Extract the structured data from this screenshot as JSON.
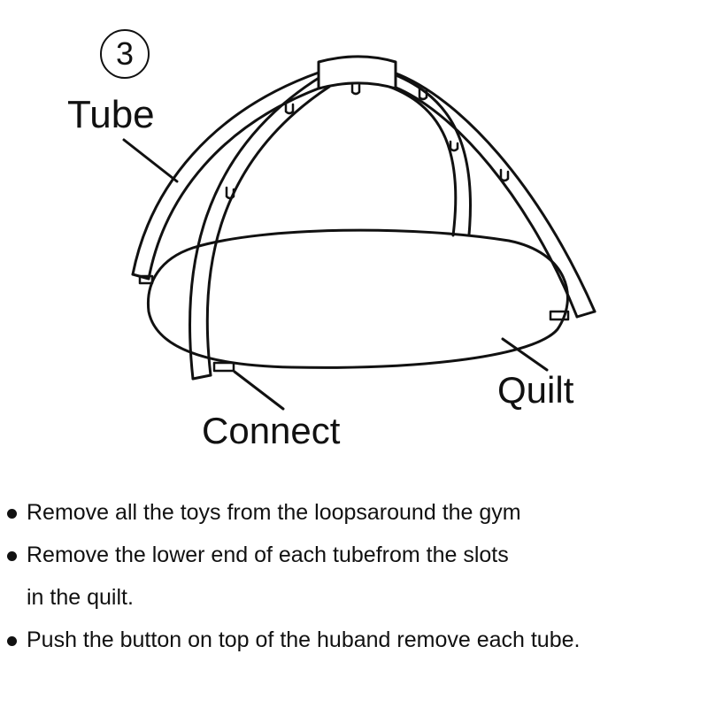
{
  "diagram": {
    "step_number": "3",
    "labels": {
      "tube": "Tube",
      "quilt": "Quilt",
      "connect": "Connect"
    },
    "icons": [
      "baby-gym-arch-icon",
      "quilt-mat-icon"
    ]
  },
  "instructions": [
    {
      "lines": [
        "Remove all the toys from the loopsaround the gym"
      ]
    },
    {
      "lines": [
        "Remove the lower end of each tubefrom the slots",
        "in the quilt."
      ]
    },
    {
      "lines": [
        "Push the button on top of the huband remove each tube."
      ]
    }
  ],
  "colors": {
    "ink": "#111111",
    "background": "#ffffff"
  }
}
